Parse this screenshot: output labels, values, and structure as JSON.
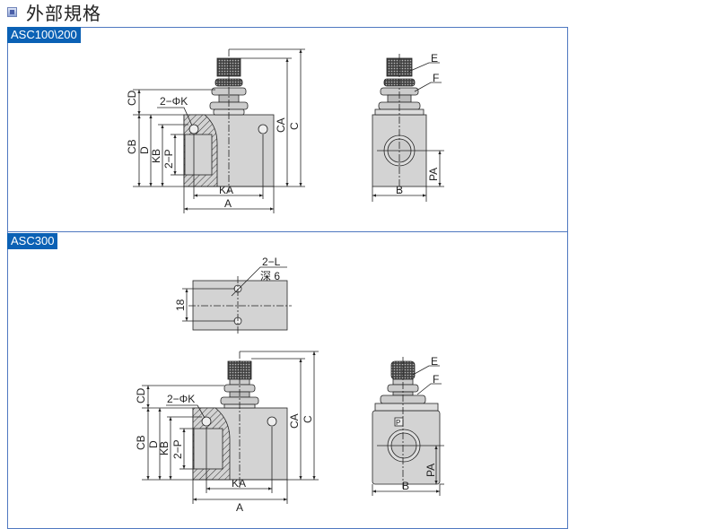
{
  "header": {
    "title": "外部規格",
    "icon": "bullet-square-icon"
  },
  "sections": [
    {
      "tab": "ASC100\\200",
      "labels": {
        "cd": "CD",
        "cb": "CB",
        "d": "D",
        "kb": "KB",
        "p": "2−P",
        "k": "2−ΦK",
        "ca": "CA",
        "c": "C",
        "ka": "KA",
        "a": "A",
        "e": "E",
        "f": "F",
        "pa": "PA",
        "b": "B"
      }
    },
    {
      "tab": "ASC300",
      "labels": {
        "cd": "CD",
        "cb": "CB",
        "d": "D",
        "kb": "KB",
        "p": "2−P",
        "k": "2−ΦK",
        "ca": "CA",
        "c": "C",
        "ka": "KA",
        "a": "A",
        "e": "E",
        "f": "F",
        "pa": "PA",
        "b": "B",
        "l": "2−L",
        "depth": "深 6",
        "pitch": "18",
        "port_mark": "P"
      }
    }
  ],
  "colors": {
    "border": "#4f78c0",
    "tab": "#0b61b5",
    "body": "#d3d3d3"
  }
}
